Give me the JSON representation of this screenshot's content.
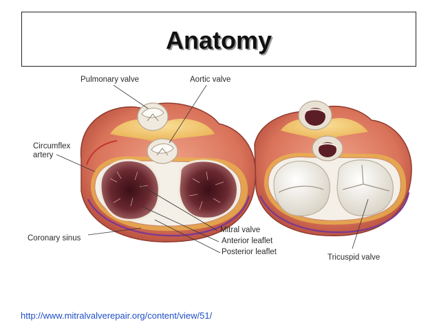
{
  "slide": {
    "title": "Anatomy",
    "source_url": "http://www.mitralvalverepair.org/content/view/51/"
  },
  "figure": {
    "labels": {
      "pulmonary_valve": "Pulmonary valve",
      "aortic_valve": "Aortic valve",
      "circumflex_line1": "Circumflex",
      "circumflex_line2": "artery",
      "coronary_sinus": "Coronary sinus",
      "mitral_valve": "Mitral valve",
      "anterior_leaflet": "Anterior leaflet",
      "posterior_leaflet": "Posterior leaflet",
      "tricuspid_valve": "Tricuspid valve"
    }
  },
  "colors": {
    "heart_outer": "#d9735a",
    "fat_yellow": "#f2c76a",
    "valve_white": "#f3efe6",
    "chamber_dark": "#5a2026",
    "link": "#1f4fc7"
  }
}
